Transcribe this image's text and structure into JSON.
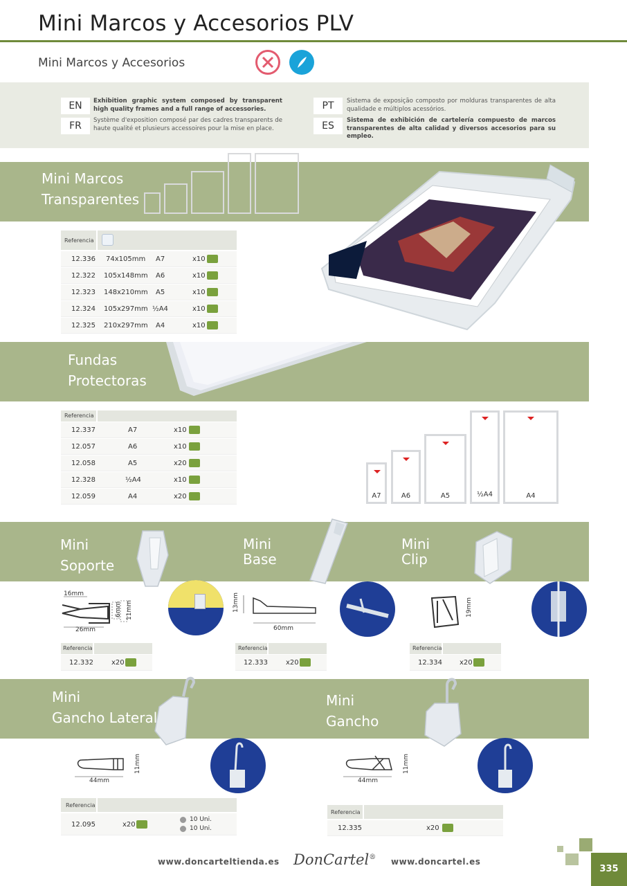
{
  "header": {
    "title": "Mini Marcos y Accesorios PLV",
    "subtitle": "Mini Marcos y Accesorios",
    "icons": [
      "no-tools-icon",
      "feather-light-icon"
    ]
  },
  "languages": {
    "en": {
      "code": "EN",
      "text": "Exhibition graphic system composed by transparent high quality frames and a full range of accessories."
    },
    "fr": {
      "code": "FR",
      "text": "Système d'exposition composé par des cadres transparents de haute qualité et plusieurs accessoires pour la mise en place."
    },
    "pt": {
      "code": "PT",
      "text": "Sistema de exposição composto por molduras transparentes de alta qualidade e múltiplos acessórios."
    },
    "es": {
      "code": "ES",
      "text": "Sistema de exhibición de cartelería compuesto de marcos transparentes de alta calidad y diversos accesorios para su empleo."
    }
  },
  "sections": {
    "mini_marcos": {
      "title_line1": "Mini Marcos",
      "title_line2": "Transparentes",
      "table": {
        "header": "Referencia",
        "rows": [
          {
            "ref": "12.336",
            "size": "74x105mm",
            "format": "A7",
            "qty": "x10"
          },
          {
            "ref": "12.322",
            "size": "105x148mm",
            "format": "A6",
            "qty": "x10"
          },
          {
            "ref": "12.323",
            "size": "148x210mm",
            "format": "A5",
            "qty": "x10"
          },
          {
            "ref": "12.324",
            "size": "105x297mm",
            "format": "½A4",
            "qty": "x10"
          },
          {
            "ref": "12.325",
            "size": "210x297mm",
            "format": "A4",
            "qty": "x10"
          }
        ]
      }
    },
    "fundas": {
      "title_line1": "Fundas",
      "title_line2": "Protectoras",
      "table": {
        "header": "Referencia",
        "rows": [
          {
            "ref": "12.337",
            "format": "A7",
            "qty": "x10"
          },
          {
            "ref": "12.057",
            "format": "A6",
            "qty": "x10"
          },
          {
            "ref": "12.058",
            "format": "A5",
            "qty": "x20"
          },
          {
            "ref": "12.328",
            "format": "½A4",
            "qty": "x10"
          },
          {
            "ref": "12.059",
            "format": "A4",
            "qty": "x20"
          }
        ]
      },
      "pocket_labels": [
        "A7",
        "A6",
        "A5",
        "½A4",
        "A4"
      ]
    },
    "soporte": {
      "title_line1": "Mini",
      "title_line2": "Soporte",
      "dims": [
        "16mm",
        "6mm",
        "11mm",
        "26mm"
      ],
      "header": "Referencia",
      "ref": "12.332",
      "qty": "x20"
    },
    "base": {
      "title_line1": "Mini",
      "title_line2": "Base",
      "dims": [
        "13mm",
        "60mm"
      ],
      "header": "Referencia",
      "ref": "12.333",
      "qty": "x20"
    },
    "clip": {
      "title_line1": "Mini",
      "title_line2": "Clip",
      "dims": [
        "19mm"
      ],
      "header": "Referencia",
      "ref": "12.334",
      "qty": "x20"
    },
    "gancho_lateral": {
      "title_line1": "Mini",
      "title_line2": "Gancho Lateral",
      "dims": [
        "11mm",
        "44mm"
      ],
      "header": "Referencia",
      "ref": "12.095",
      "qty": "x20",
      "units": [
        "10 Uni.",
        "10 Uni."
      ]
    },
    "gancho": {
      "title_line1": "Mini",
      "title_line2": "Gancho",
      "dims": [
        "11mm",
        "44mm"
      ],
      "header": "Referencia",
      "ref": "12.335",
      "qty": "x20"
    }
  },
  "footer": {
    "url_left": "www.doncarteltienda.es",
    "logo": "DonCartel",
    "logo_mark": "®",
    "url_right": "www.doncartel.es",
    "page_number": "335"
  },
  "colors": {
    "accent_green": "#6f8a3a",
    "band_green": "#a9b68b",
    "lang_bg": "#e9ebe3",
    "box_icon": "#7aa13d",
    "detail_blue": "#1f3e96"
  }
}
